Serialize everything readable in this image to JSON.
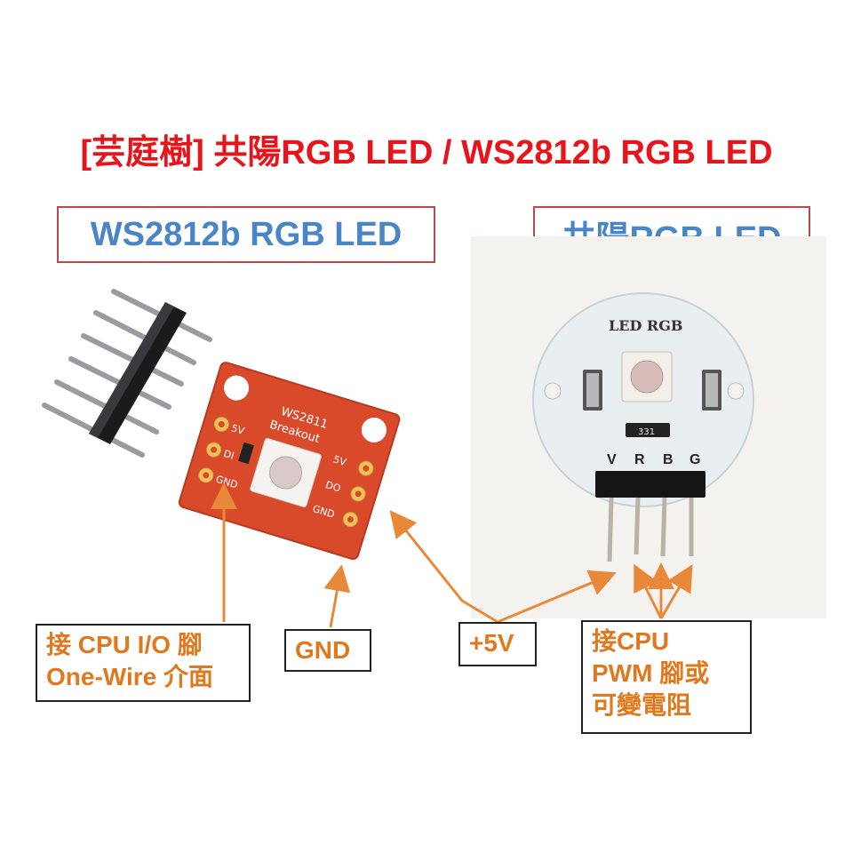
{
  "title": "[芸庭樹] 共陽RGB LED / WS2812b RGB LED",
  "left_label": "WS2812b RGB LED",
  "right_label": "共陽RGB LED",
  "ws_board": {
    "name": "WS2811",
    "subtitle": "Breakout",
    "pins_left": [
      "5V",
      "DI",
      "GND"
    ],
    "pins_right": [
      "5V",
      "DO",
      "GND"
    ]
  },
  "rgb_board": {
    "heading": "LED RGB",
    "pins": [
      "V",
      "R",
      "B",
      "G"
    ],
    "resistor_code": "331"
  },
  "callouts": {
    "io": [
      "接 CPU I/O 腳",
      "One-Wire 介面"
    ],
    "gnd": [
      "GND"
    ],
    "vcc": [
      "+5V"
    ],
    "pwm": [
      "接CPU",
      "PWM 腳或",
      "可變電阻"
    ]
  },
  "colors": {
    "title": "#e8141b",
    "label_text": "#4a86c5",
    "label_border": "#b84a4a",
    "callout_text": "#e0781e",
    "arrow": "#e8893a",
    "ws_pcb": "#d94a2a",
    "rgb_pcb": "#e9eef0"
  }
}
